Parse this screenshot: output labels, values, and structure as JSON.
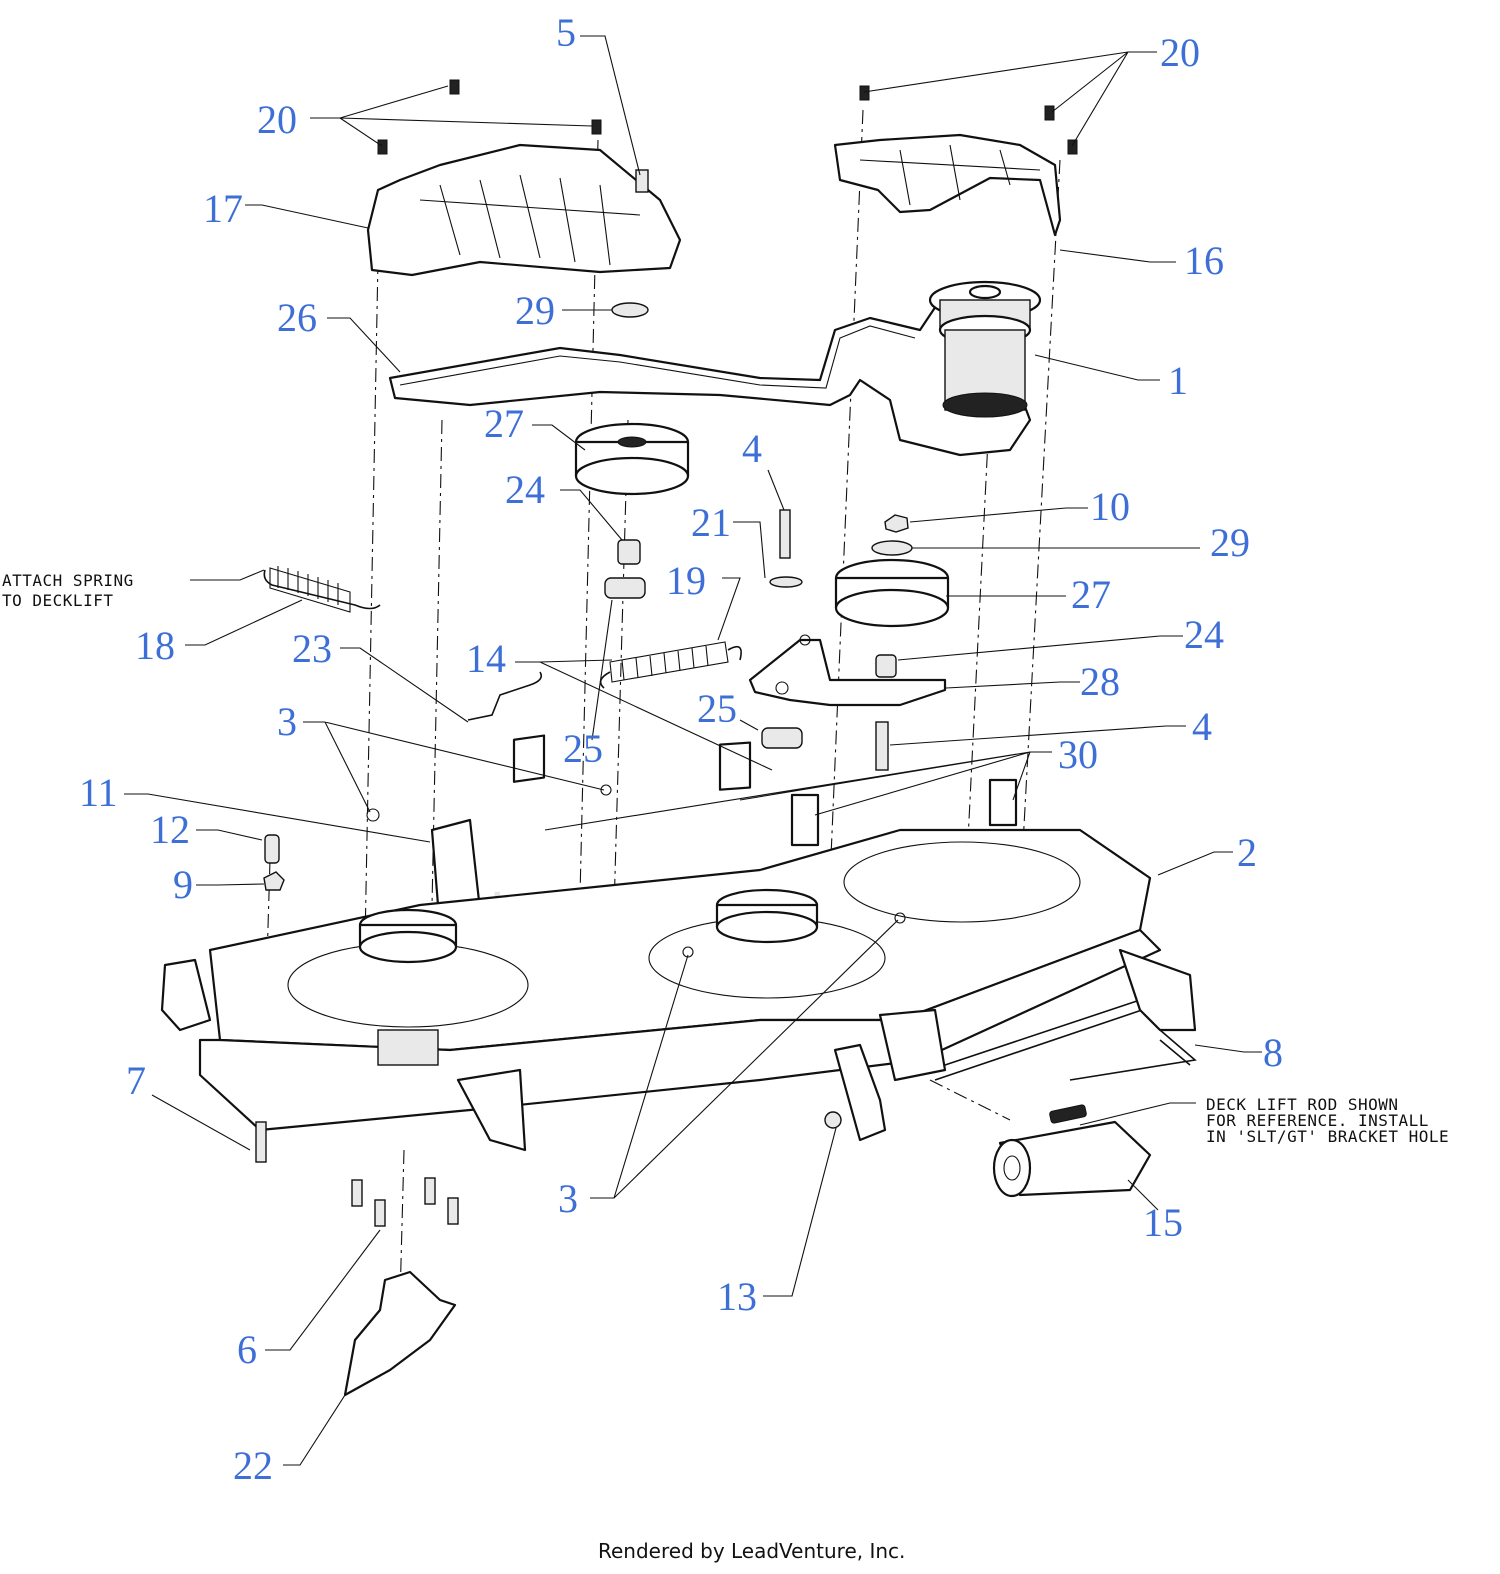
{
  "callouts": [
    "1",
    "2",
    "3",
    "4",
    "5",
    "6",
    "7",
    "8",
    "9",
    "10",
    "11",
    "12",
    "13",
    "14",
    "15",
    "16",
    "17",
    "18",
    "19",
    "20",
    "21",
    "22",
    "23",
    "24",
    "25",
    "26",
    "27",
    "28",
    "29",
    "30"
  ],
  "notes": {
    "spring_line1": "ATTACH SPRING",
    "spring_line2": "TO DECKLIFT",
    "rod_line1": "DECK LIFT ROD SHOWN",
    "rod_line2": "FOR REFERENCE. INSTALL",
    "rod_line3": "IN 'SLT/GT' BRACKET HOLE"
  },
  "watermark": "LEADVENTURE",
  "footer": "Rendered by LeadVenture, Inc.",
  "colors": {
    "callout": "#3d6fd6",
    "line": "#111111"
  }
}
